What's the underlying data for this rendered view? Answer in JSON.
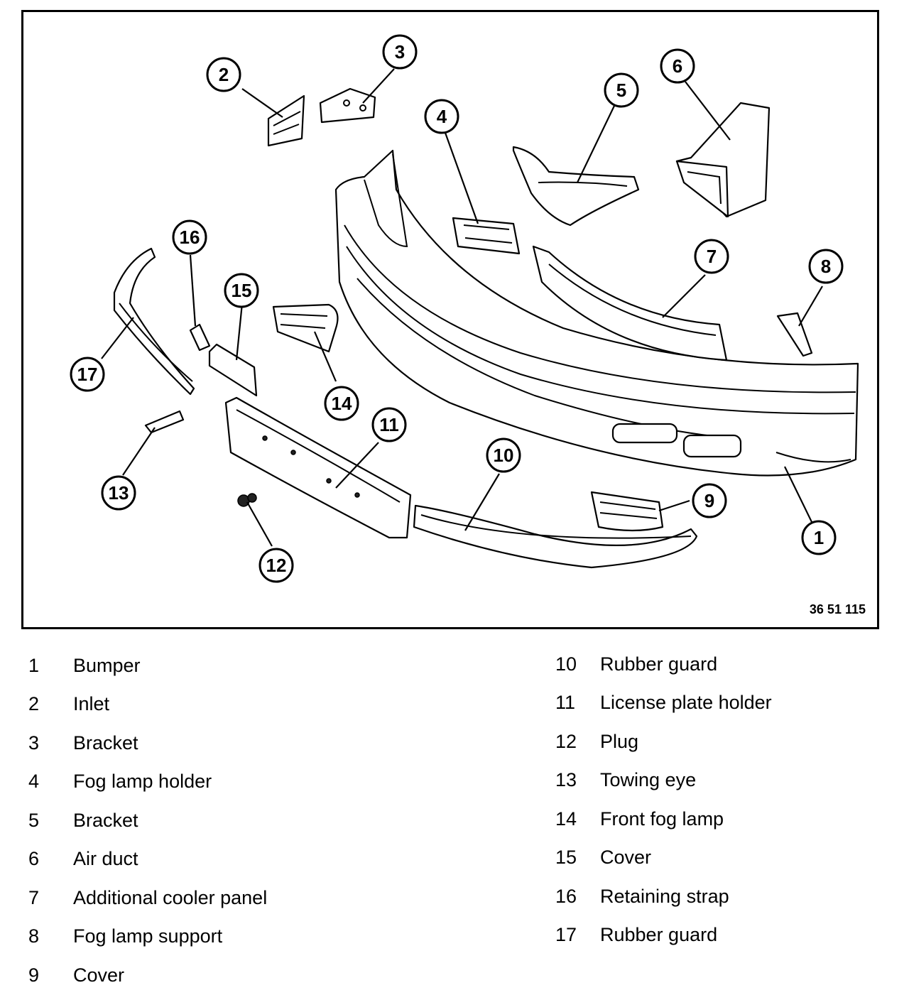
{
  "drawing_code": "36 51 115",
  "callouts": [
    "1",
    "2",
    "3",
    "4",
    "5",
    "6",
    "7",
    "8",
    "9",
    "10",
    "11",
    "12",
    "13",
    "14",
    "15",
    "16",
    "17"
  ],
  "legend": [
    {
      "num": "1",
      "label": "Bumper"
    },
    {
      "num": "2",
      "label": "Inlet"
    },
    {
      "num": "3",
      "label": "Bracket"
    },
    {
      "num": "4",
      "label": "Fog lamp holder"
    },
    {
      "num": "5",
      "label": "Bracket"
    },
    {
      "num": "6",
      "label": "Air duct"
    },
    {
      "num": "7",
      "label": "Additional cooler panel"
    },
    {
      "num": "8",
      "label": "Fog lamp support"
    },
    {
      "num": "9",
      "label": "Cover"
    },
    {
      "num": "10",
      "label": "Rubber guard"
    },
    {
      "num": "11",
      "label": "License plate holder"
    },
    {
      "num": "12",
      "label": "Plug"
    },
    {
      "num": "13",
      "label": "Towing eye"
    },
    {
      "num": "14",
      "label": "Front fog lamp"
    },
    {
      "num": "15",
      "label": "Cover"
    },
    {
      "num": "16",
      "label": "Retaining strap"
    },
    {
      "num": "17",
      "label": "Rubber guard"
    }
  ]
}
